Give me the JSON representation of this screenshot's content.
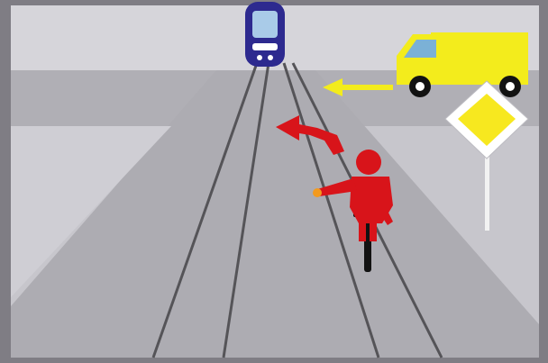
{
  "scene": {
    "colors": {
      "frame": "#7f7d84",
      "sky": "#d3d2d7",
      "ground": "#c2c1c7",
      "road": "#a9a8ae",
      "rails": "#555458",
      "tram_body": "#2d2a8f",
      "tram_window": "#a9cbe8",
      "truck": "#f3ec1c",
      "truck_window": "#7bb1d6",
      "wheel": "#121212",
      "cyclist": "#d8141a",
      "turn_arrow": "#d8141a",
      "truck_arrow": "#f3ec1c",
      "sign_diamond": "#f7e81f",
      "sign_border": "#ffffff",
      "sign_pole": "#f2f2f2"
    },
    "objects": [
      "tram-front",
      "delivery-truck",
      "priority-road-sign",
      "cyclist-signalling-left",
      "left-turn-arrow",
      "truck-direction-arrow",
      "tram-tracks",
      "crossing-road"
    ]
  }
}
